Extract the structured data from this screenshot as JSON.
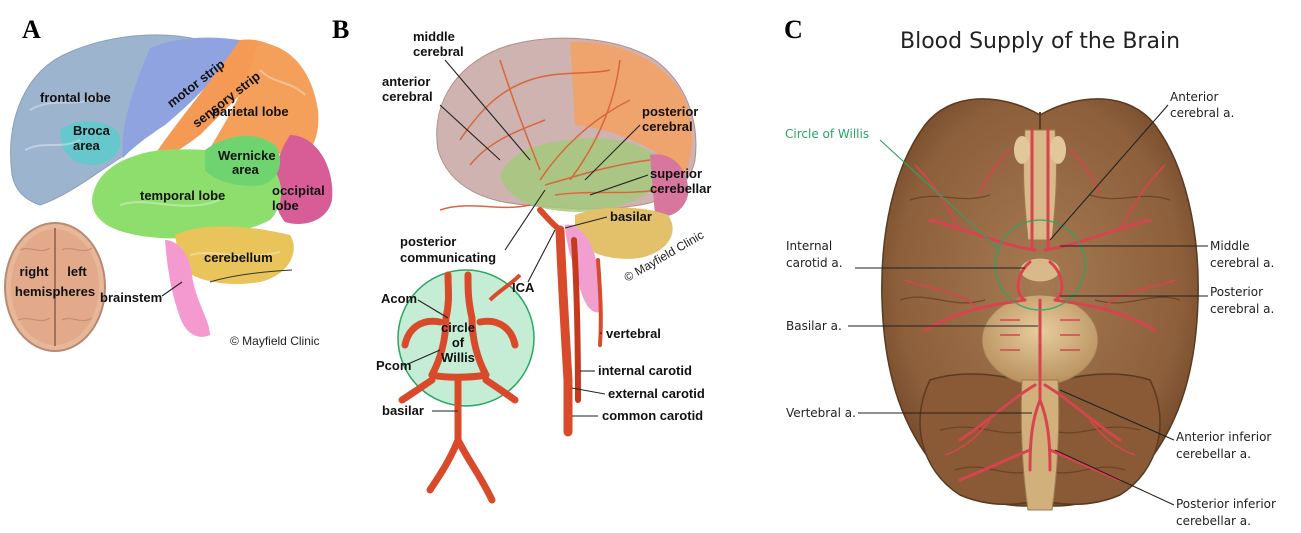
{
  "panels": {
    "a": {
      "letter": "A",
      "labels": {
        "frontal": "frontal lobe",
        "motor": "motor strip",
        "sensory": "sensory strip",
        "parietal": "parietal lobe",
        "broca": [
          "Broca",
          "area"
        ],
        "wernicke": [
          "Wernicke",
          "area"
        ],
        "temporal": "temporal lobe",
        "occipital": [
          "occipital",
          "lobe"
        ],
        "cerebellum": "cerebellum",
        "brainstem": "brainstem",
        "right": "right",
        "left": "left",
        "hemispheres": "hemispheres"
      },
      "copyright": "© Mayfield Clinic"
    },
    "b": {
      "letter": "B",
      "labels": {
        "middle_cerebral": [
          "middle",
          "cerebral"
        ],
        "anterior_cerebral": [
          "anterior",
          "cerebral"
        ],
        "posterior_cerebral": [
          "posterior",
          "cerebral"
        ],
        "superior_cerebellar": [
          "superior",
          "cerebellar"
        ],
        "basilar_top": "basilar",
        "posterior_communicating": [
          "posterior",
          "communicating"
        ],
        "ica": "ICA",
        "acom": "Acom",
        "circle_of_willis": [
          "circle",
          "of",
          "Willis"
        ],
        "pcom": "Pcom",
        "basilar_bottom": "basilar",
        "vertebral": "vertebral",
        "internal_carotid": "internal carotid",
        "external_carotid": "external carotid",
        "common_carotid": "common carotid"
      },
      "copyright": "© Mayfield Clinic"
    },
    "c": {
      "letter": "C",
      "title": "Blood Supply of the Brain",
      "labels": {
        "circle_of_willis": "Circle of Willis",
        "anterior_cerebral": [
          "Anterior",
          "cerebral a."
        ],
        "internal_carotid": [
          "Internal",
          "carotid a."
        ],
        "middle_cerebral": [
          "Middle",
          "cerebral a."
        ],
        "posterior_cerebral": [
          "Posterior",
          "cerebral a."
        ],
        "basilar": "Basilar a.",
        "vertebral": "Vertebral a.",
        "aica": [
          "Anterior inferior",
          "cerebellar a."
        ],
        "pica": [
          "Posterior inferior",
          "cerebellar a."
        ]
      }
    }
  },
  "colors": {
    "frontal": "#9db4cf",
    "motor": "#8fa3e0",
    "sensory": "#f59a55",
    "parietal": "#f5a05a",
    "broca": "#66c8cc",
    "wernicke": "#6fd36f",
    "temporal": "#8ede6e",
    "occipital": "#d85d97",
    "cerebellum": "#e8c45a",
    "brainstem": "#f49ad0",
    "artery": "#d94a2a",
    "artery_c": "#d6454e",
    "willis_green": "#2aa563",
    "brain_brown": "#8d5f3b",
    "brain_tan": "#d2b07c"
  }
}
